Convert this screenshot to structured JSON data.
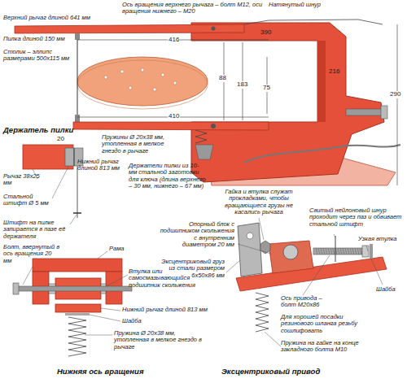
{
  "diagram": {
    "labels": [
      "Ось вращения верхнего рычага – болт М12, оси вращения нижнего – М20",
      "Натянутый шнур",
      "390",
      "Верхний рычаг длиной 641 мм",
      "Пилка длиной 150 мм",
      "416",
      "Столик – эллипс размерами 500x115 мм",
      "88",
      "183",
      "75",
      "216",
      "290",
      "410",
      "Пружины Ø 20x38 мм, утопленная в мелкое гнездо в рычаге",
      "Нижний рычаг длиной 813 мм",
      "Держатель пилки",
      "20",
      "Рычаг 38x25 мм",
      "Стальной штифт Ø 5 мм",
      "Держатели пилки из 10-мм стальной заготовки для ключа (длина верхнего – 30 мм, нижнего – 67 мм)",
      "Штифт на пилке запирается в пазе её держателя",
      "Гайка и втулка служат прокладками, чтобы вращающиеся грузы не касались рычага",
      "Свитый нейлоновый шнур проходит через паз и обвивает стальной штифт",
      "Опорный блок с подшипником скольжения с внутренним диаметром 20 мм",
      "Узкая втулка",
      "Эксцентриковый груз из стали размером 6x50x86 мм",
      "Шайба",
      "Ось привода – болт М20x86",
      "Для хорошей посадки резинового шланга резьбу сошлифовать",
      "Пружина на гайке на конце закладного болта М10",
      "Эксцентриковый привод",
      "Болт, ввернутый в ось вращения 20 мм",
      "Рама",
      "Втулка или самосмазывающийся подшипник скольжения",
      "Нижний рычаг длиной 813 мм",
      "Шайба",
      "Пружина Ø 20x38 мм, утопленная в мелкое гнездо в рычаге",
      "Нижняя ось вращения"
    ]
  }
}
